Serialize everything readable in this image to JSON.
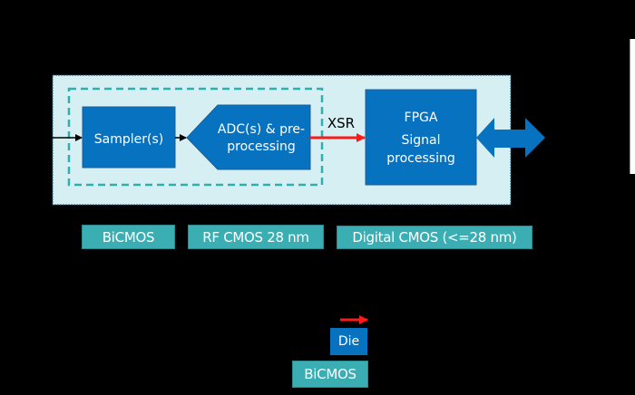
{
  "diagram": {
    "colors": {
      "background": "#000000",
      "system_fill": "#d6eff2",
      "block_fill": "#0672c0",
      "dashed_border": "#2fb0b0",
      "xsr_arrow": "#ff1a1a",
      "tech_label_fill": "#3aaeb3"
    },
    "blocks": {
      "sampler": "Sampler(s)",
      "adc_line1": "ADC(s) & pre-",
      "adc_line2": "processing",
      "fpga_title": "FPGA",
      "fpga_line1": "Signal",
      "fpga_line2": "processing"
    },
    "links": {
      "xsr_label": "XSR"
    },
    "technology_labels": [
      "BiCMOS",
      "RF CMOS 28 nm",
      "Digital CMOS (<=28 nm)"
    ],
    "legend": {
      "die_label": "Die",
      "technology_label": "BiCMOS"
    }
  }
}
